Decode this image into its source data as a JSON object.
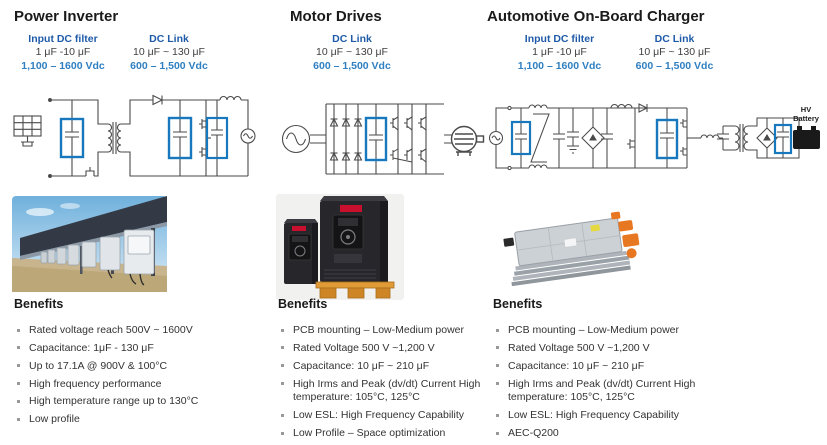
{
  "colors": {
    "accent_blue": "#1f5ba8",
    "value_blue": "#2f7fc1",
    "capacitor_highlight_blue": "#1878be",
    "circuit_line": "#4a4a4a",
    "connector_orange": "#e87722"
  },
  "columns": [
    {
      "title": "Power Inverter",
      "specs": [
        {
          "label": "Input DC filter",
          "line1": "1 μF -10 μF",
          "line2": "1,100 – 1600 Vdc"
        },
        {
          "label": "DC Link",
          "line1": "10 μF ~ 130 μF",
          "line2": "600 – 1,500 Vdc"
        }
      ],
      "photo": "solar-farm-with-string-inverters",
      "benefits_title": "Benefits",
      "benefits": [
        "Rated voltage reach 500V ~ 1600V",
        "Capacitance: 1μF - 130 μF",
        "Up to 17.1A @ 900V & 100°C",
        "High frequency performance",
        "High temperature range up to 130°C",
        "Low profile"
      ]
    },
    {
      "title": "Motor Drives",
      "specs": [
        {
          "label": "DC Link",
          "line1": "10 μF ~ 130 μF",
          "line2": "600 – 1,500 Vdc"
        }
      ],
      "photo": "variable-frequency-drives-on-pallet",
      "benefits_title": "Benefits",
      "benefits": [
        "PCB mounting – Low-Medium power",
        "Rated Voltage 500 V ~1,200 V",
        "Capacitance: 10 μF ~ 210 μF",
        "High Irms and Peak (dv/dt) Current High temperature: 105°C, 125°C",
        "Low ESL: High Frequency Capability",
        "Low Profile – Space optimization"
      ]
    },
    {
      "title": "Automotive On-Board Charger",
      "specs": [
        {
          "label": "Input DC filter",
          "line1": "1 μF -10 μF",
          "line2": "1,100 – 1600 Vdc"
        },
        {
          "label": "DC Link",
          "line1": "10 μF ~ 130 μF",
          "line2": "600 – 1,500 Vdc"
        }
      ],
      "battery_label": "HV\nBattery",
      "photo": "on-board-charger-module",
      "benefits_title": "Benefits",
      "benefits": [
        "PCB mounting – Low-Medium power",
        "Rated Voltage 500 V ~1,200 V",
        "Capacitance: 10 μF ~ 210 μF",
        "High Irms and Peak (dv/dt) Current High temperature: 105°C, 125°C",
        "Low ESL: High Frequency Capability",
        "AEC-Q200"
      ]
    }
  ]
}
